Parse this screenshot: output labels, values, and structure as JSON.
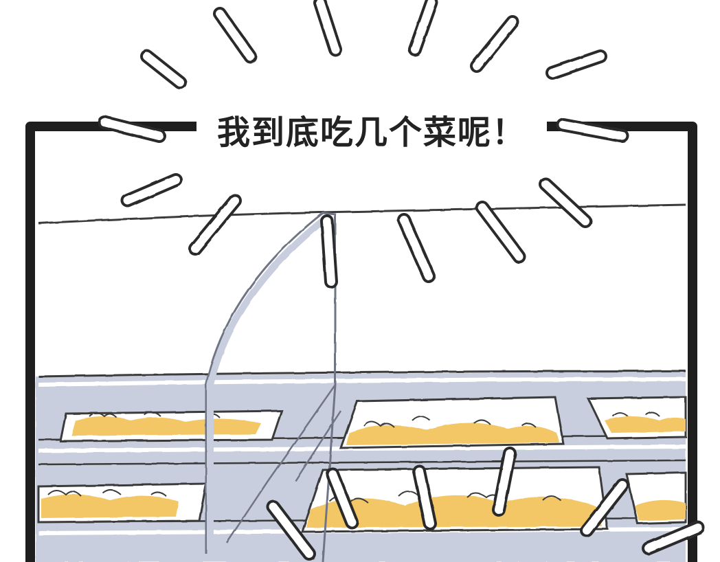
{
  "panel": {
    "caption": "我到底吃几个菜呢！"
  },
  "colors": {
    "frame": "#1e1e1e",
    "outline": "#3a3a3a",
    "counter_fill": "#c9cedf",
    "food_fill": "#f3c766",
    "food_white": "#ffffff",
    "background": "#ffffff"
  },
  "art": {
    "burst_rays": "emphasis-burst-lines",
    "subject": "buffet-counter-with-food-trays-and-sneeze-guard"
  }
}
